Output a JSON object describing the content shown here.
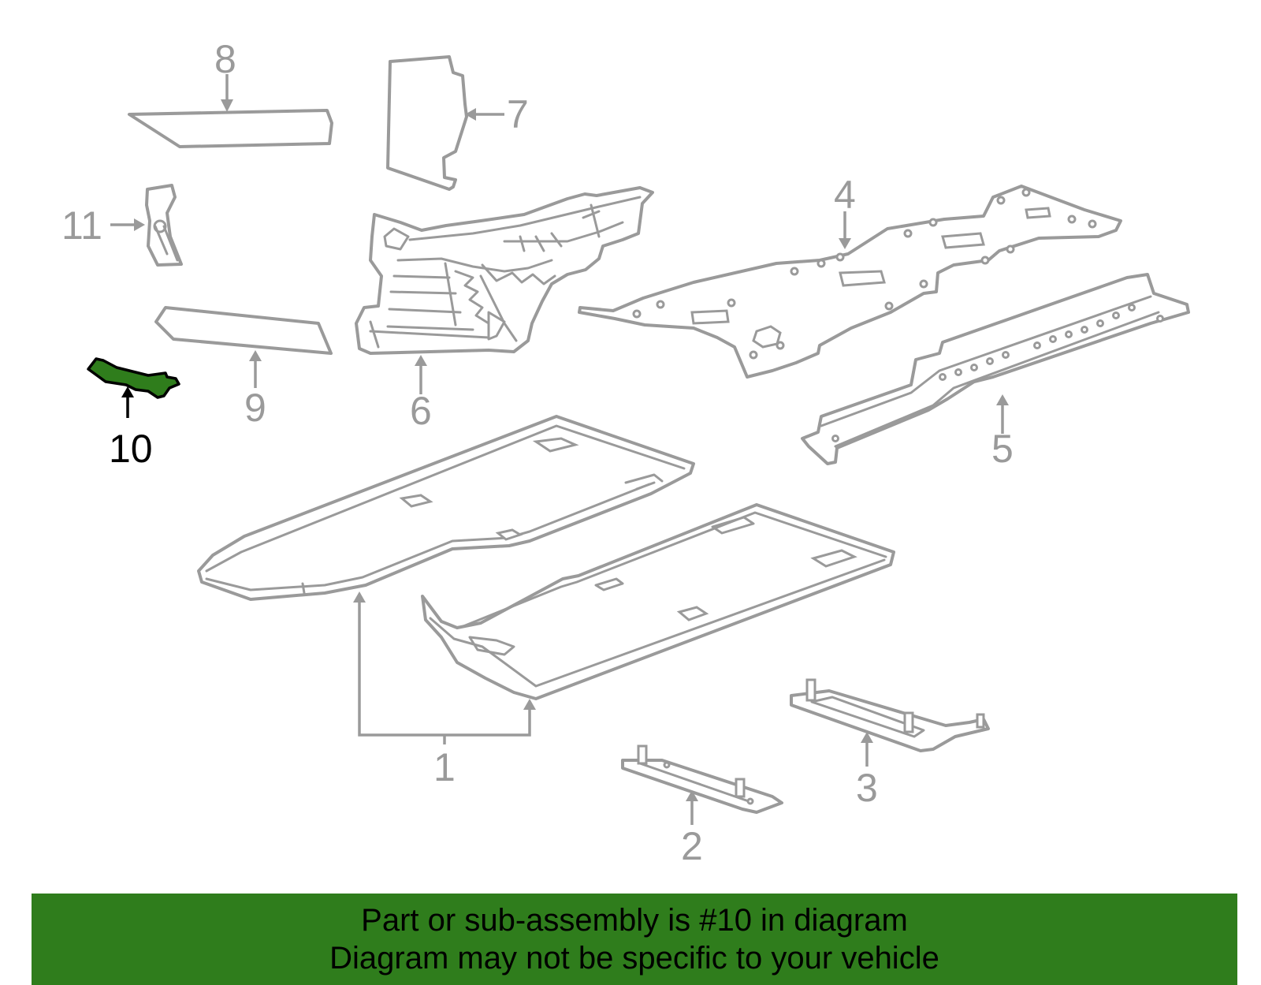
{
  "diagram": {
    "callouts": {
      "c1": "1",
      "c2": "2",
      "c3": "3",
      "c4": "4",
      "c5": "5",
      "c6": "6",
      "c7": "7",
      "c8": "8",
      "c9": "9",
      "c10": "10",
      "c11": "11"
    },
    "highlighted_part": "10",
    "colors": {
      "highlight": "#2f7d1c",
      "outline": "#9a9a9a",
      "banner": "#2f7d1c"
    }
  },
  "banner": {
    "line1": "Part or sub-assembly is #10 in diagram",
    "line2": "Diagram may not be specific to your vehicle"
  }
}
